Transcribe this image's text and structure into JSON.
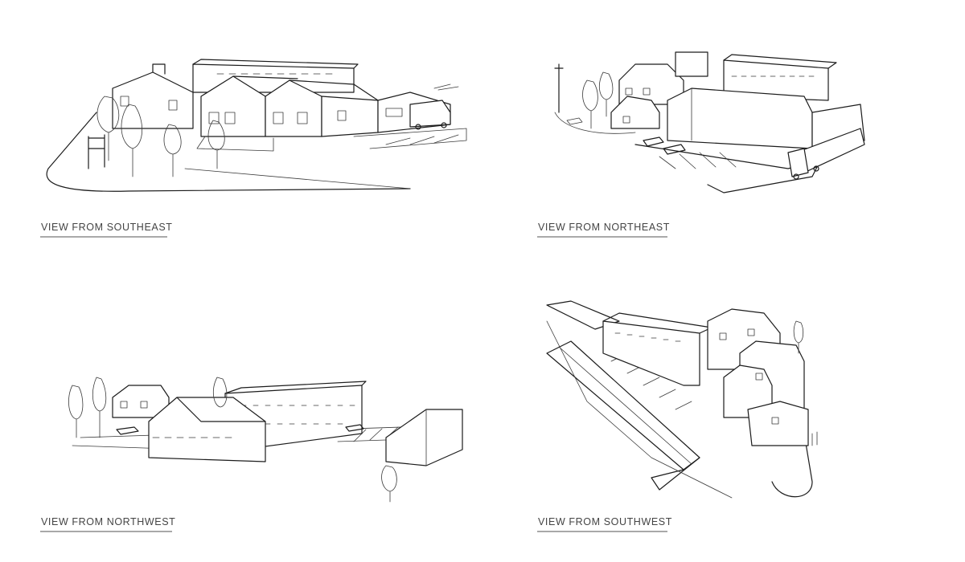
{
  "colors": {
    "line": "#1c1c1c",
    "caption_text": "#444444",
    "rule": "#a9a9a9",
    "background": "#ffffff"
  },
  "views": [
    {
      "caption": "VIEW FROM SOUTHEAST"
    },
    {
      "caption": "VIEW FROM NORTHEAST"
    },
    {
      "caption": "VIEW FROM NORTHWEST"
    },
    {
      "caption": "VIEW FROM SOUTHWEST"
    }
  ]
}
